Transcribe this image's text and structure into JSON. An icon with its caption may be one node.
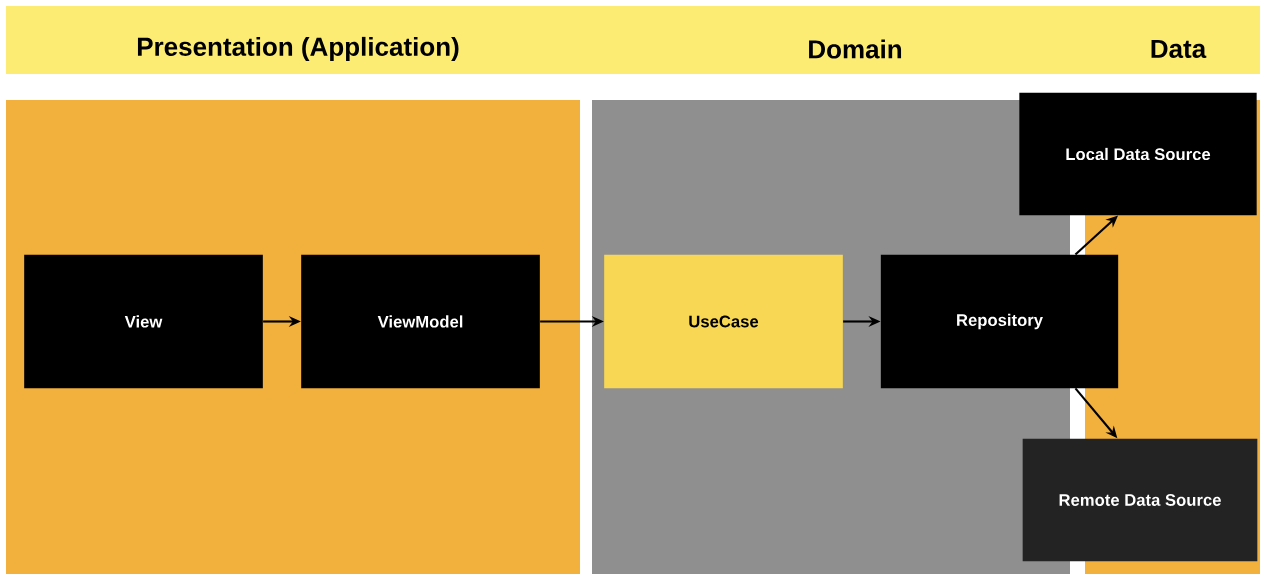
{
  "diagram": {
    "nodes": [
      {
        "text": [
          "View"
        ]
      },
      {
        "text": [
          "ViewModel"
        ]
      },
      {
        "text": [
          "UseCase"
        ]
      },
      {
        "text": [
          "Repository"
        ]
      },
      {
        "text": [
          "Local Data Source"
        ]
      },
      {
        "text": [
          "Remote Data Source"
        ]
      }
    ],
    "edges": [
      {
        "from": 0,
        "to": 1,
        "arrow": "to"
      },
      {
        "from": 1,
        "to": 2,
        "arrow": "to"
      },
      {
        "from": 2,
        "to": 3,
        "arrow": "to"
      },
      {
        "from": 3,
        "to": 4,
        "arrow": "to"
      },
      {
        "from": 3,
        "to": 5,
        "arrow": "to"
      }
    ],
    "labels": [
      "Presentation (Application)",
      "Domain",
      "Data"
    ]
  }
}
